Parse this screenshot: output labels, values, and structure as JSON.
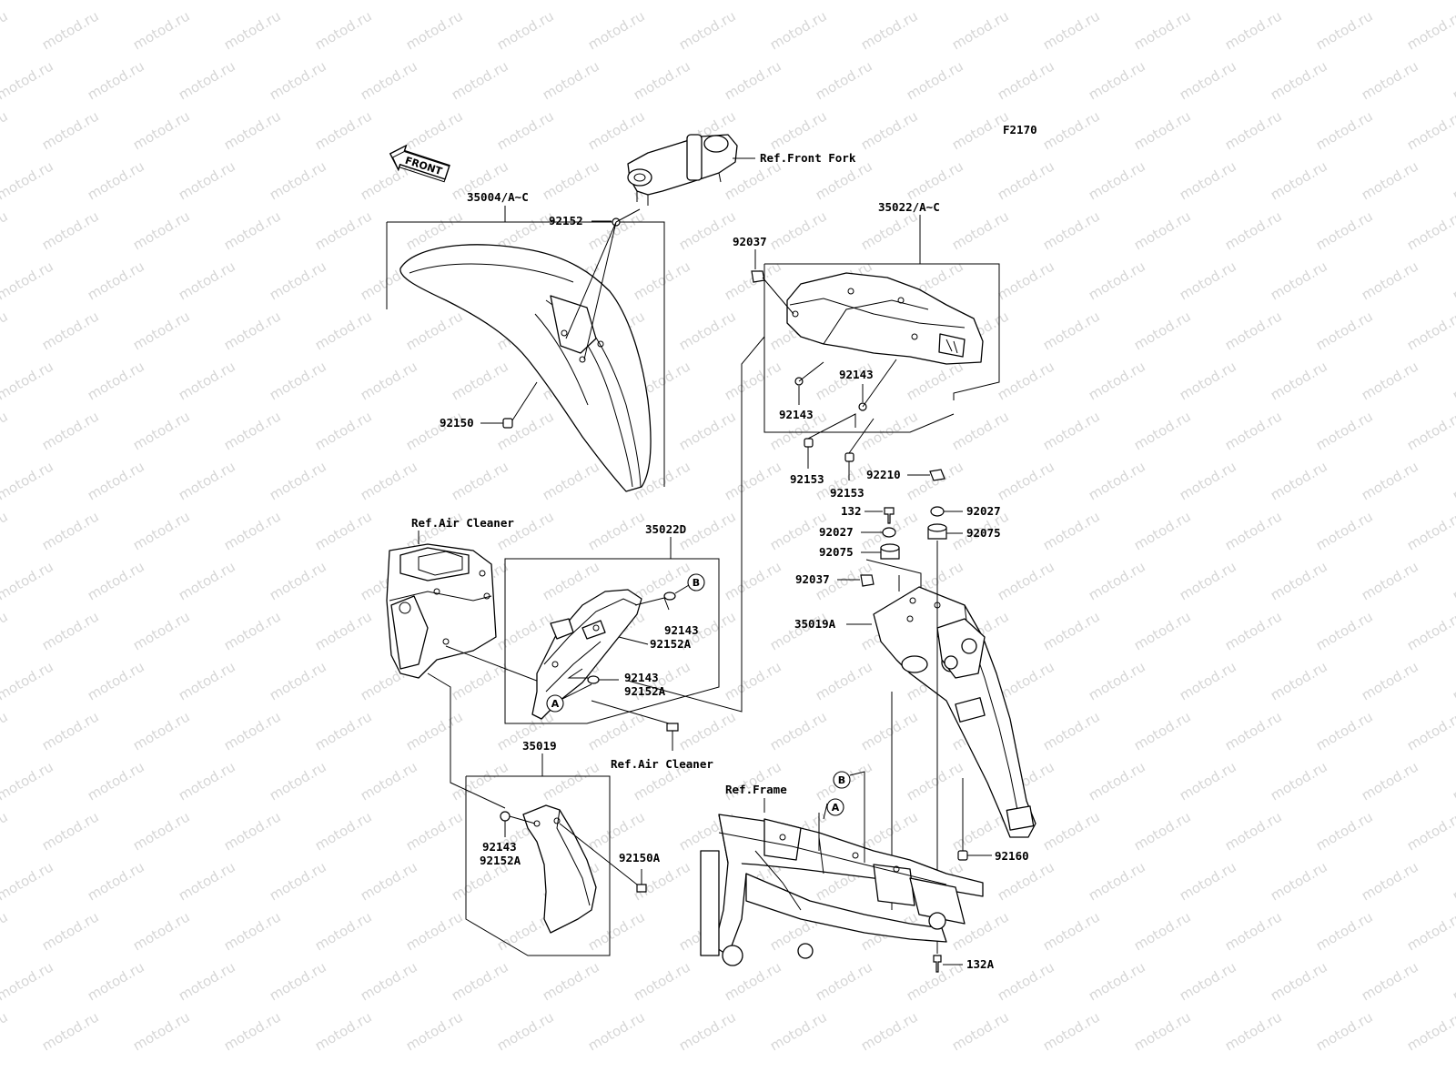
{
  "figure_code": "F2170",
  "watermark_text": "motod.ru",
  "front_arrow_label": "FRONT",
  "refs": {
    "front_fork": "Ref.Front Fork",
    "air_cleaner_top": "Ref.Air Cleaner",
    "air_cleaner_bottom": "Ref.Air Cleaner",
    "frame": "Ref.Frame"
  },
  "group_labels": {
    "front_fender": "35004/A~C",
    "rear_fender": "35022/A~C",
    "rear_flap": "35022D",
    "mudguard": "35019",
    "rear_fender_inner": "35019A"
  },
  "callouts": [
    "92152",
    "92150",
    "92037",
    "92143",
    "92143",
    "92153",
    "92153",
    "92210",
    "132",
    "92027",
    "92027",
    "92075",
    "92075",
    "92037",
    "92143",
    "92152A",
    "92143",
    "92152A",
    "92143",
    "92152A",
    "92150A",
    "92160",
    "132A"
  ],
  "circle_markers": [
    "A",
    "B",
    "A",
    "B"
  ]
}
